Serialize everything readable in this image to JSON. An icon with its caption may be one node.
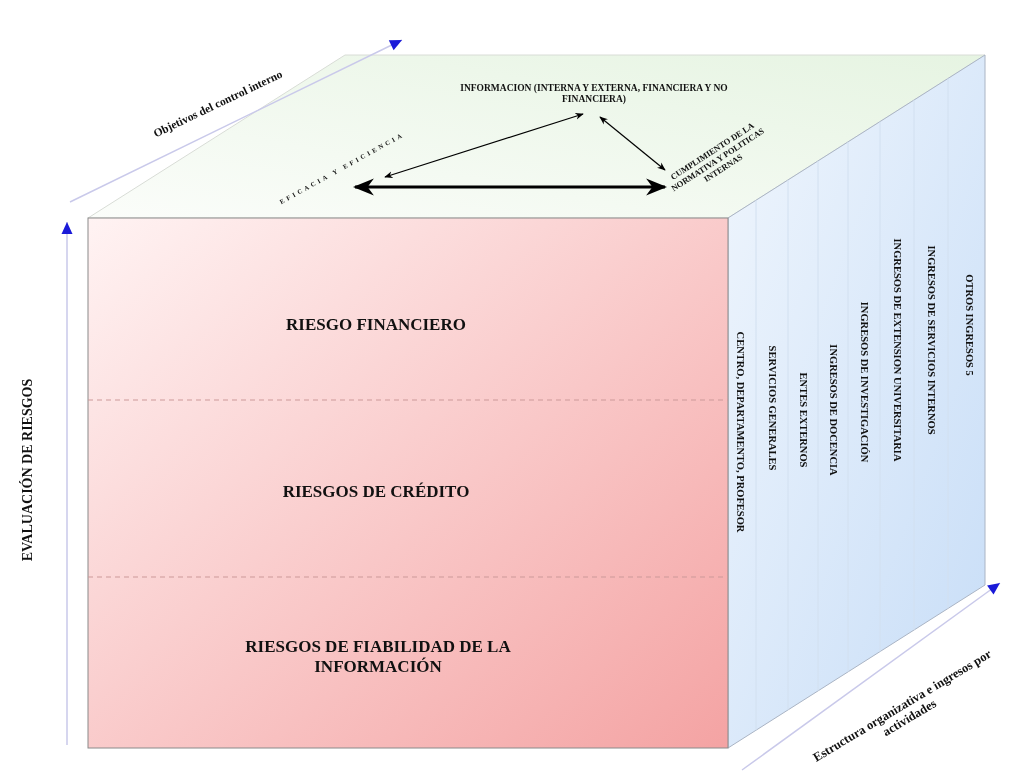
{
  "diagram": {
    "nodes": [
      {
        "text": [
          "INFORMACION (INTERNA Y EXTERNA, FINANCIERA Y NO FINANCIERA)"
        ]
      },
      {
        "text": [
          "EFICACIA Y EFICIENCIA"
        ]
      },
      {
        "text": [
          "CUMPLIMIENTO DE LA NORMATIVA Y POLITICAS INTERNAS"
        ]
      }
    ],
    "edges": [
      {
        "from": 1,
        "to": 0,
        "arrow": "both"
      },
      {
        "from": 0,
        "to": 2,
        "arrow": "both"
      },
      {
        "from": 1,
        "to": 2,
        "arrow": "both",
        "style": "thick"
      }
    ],
    "labels": [
      "Objetivos del control interno",
      "EVALUACIÓN DE RIESGOS",
      "RIESGO FINANCIERO",
      "RIESGOS DE CRÉDITO",
      "RIESGOS DE FIABILIDAD DE LA INFORMACIÓN",
      "CENTRO, DEPARTAMENTO, PROFESOR",
      "SERVICIOS GENERALES",
      "ENTES EXTERNOS",
      "INGRESOS DE DOCENCIA",
      "INGRESOS DE INVESTIGACIÓN",
      "INGRESOS DE EXTENSION UNIVERSITARIA",
      "INGRESOS DE SERVICIOS INTERNOS",
      "OTROS INGRESOS 5",
      "Estructura organizativa e ingresos por actividades"
    ]
  }
}
